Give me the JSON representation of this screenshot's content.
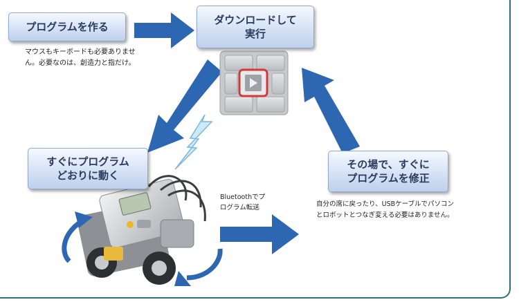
{
  "stages": {
    "create": {
      "label": "プログラムを作る",
      "desc_line1": "マウスもキーボードも必要ありませ",
      "desc_line2": "ん。必要なのは、創造力と指だけ。"
    },
    "download": {
      "line1": "ダウンロードして",
      "line2": "実行"
    },
    "move": {
      "line1": "すぐにプログラム",
      "line2": "どおりに動く"
    },
    "modify": {
      "line1": "その場で、すぐに",
      "line2": "プログラムを修正",
      "desc_line1": "自分の席に戻ったり、USBケーブルでパソコン",
      "desc_line2": "とロボットとつなぎ変える必要はありません。"
    }
  },
  "transfer": {
    "line1": "Bluetoothでプ",
    "line2": "ログラム転送"
  },
  "colors": {
    "arrow": "#2e67b1",
    "box_border": "#8fa9cf",
    "frame": "#2a6f7a",
    "play_ring": "#d23a3a"
  },
  "icons": [
    "nxt-button-panel-icon",
    "lightning-icon",
    "nxt-robot-icon",
    "rotate-arrow-icon"
  ]
}
